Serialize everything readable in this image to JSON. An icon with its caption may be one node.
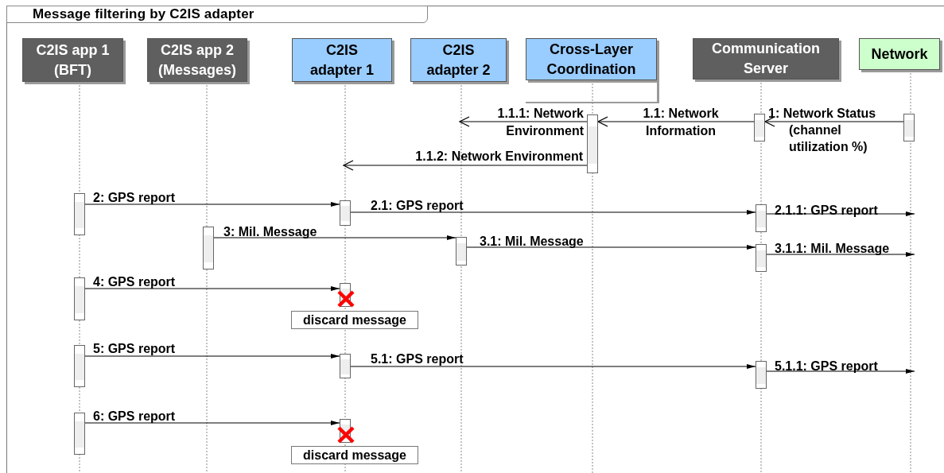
{
  "diagram": {
    "title": "Message filtering by C2IS adapter",
    "nodes": [
      {
        "text": [
          "C2IS app 1 (BFT)"
        ]
      },
      {
        "text": [
          "C2IS app 2 (Messages)"
        ]
      },
      {
        "text": [
          "C2IS adapter 1"
        ]
      },
      {
        "text": [
          "C2IS adapter 2"
        ]
      },
      {
        "text": [
          "Cross-Layer Coordination"
        ]
      },
      {
        "text": [
          "Communication Server"
        ]
      },
      {
        "text": [
          "Network"
        ]
      },
      {
        "text": [],
        "shape": "bar"
      },
      {
        "text": [],
        "shape": "bar"
      },
      {
        "text": [],
        "shape": "bar"
      },
      {
        "text": [],
        "shape": "bar"
      },
      {
        "text": [],
        "shape": "bar"
      },
      {
        "text": [],
        "shape": "bar"
      },
      {
        "text": [],
        "shape": "bar"
      },
      {
        "text": [],
        "shape": "bar"
      },
      {
        "text": [],
        "shape": "bar"
      },
      {
        "text": [],
        "shape": "bar"
      },
      {
        "text": [],
        "shape": "bar"
      },
      {
        "text": [
          "discard message"
        ]
      },
      {
        "text": [],
        "shape": "bar"
      },
      {
        "text": [],
        "shape": "bar"
      },
      {
        "text": [],
        "shape": "bar"
      },
      {
        "text": [],
        "shape": "bar"
      },
      {
        "text": [],
        "shape": "bar"
      },
      {
        "text": [
          "discard message"
        ]
      }
    ],
    "edges": [
      {
        "from": 9,
        "to": 8,
        "arrow": "to",
        "label": "1: Network Status (channel utilization %)"
      },
      {
        "from": 8,
        "to": 7,
        "arrow": "to",
        "label": "1.1: Network Information"
      },
      {
        "from": 7,
        "to": null,
        "arrow": "to",
        "label": "1.1.1: Network Environment"
      },
      {
        "from": 7,
        "to": null,
        "arrow": "to",
        "label": "1.1.2: Network Environment"
      },
      {
        "from": 10,
        "to": 11,
        "arrow": "to",
        "label": "2: GPS report"
      },
      {
        "from": 11,
        "to": 12,
        "arrow": "to",
        "label": "2.1: GPS report"
      },
      {
        "from": 12,
        "to": null,
        "arrow": "to",
        "label": "2.1.1: GPS report"
      },
      {
        "from": 13,
        "to": 14,
        "arrow": "to",
        "label": "3: Mil. Message"
      },
      {
        "from": 14,
        "to": 15,
        "arrow": "to",
        "label": "3.1: Mil. Message"
      },
      {
        "from": 15,
        "to": null,
        "arrow": "to",
        "label": "3.1.1: Mil. Message"
      },
      {
        "from": 16,
        "to": 17,
        "arrow": "to",
        "label": "4: GPS report"
      },
      {
        "from": 19,
        "to": 20,
        "arrow": "to",
        "label": "5: GPS report"
      },
      {
        "from": 20,
        "to": 21,
        "arrow": "to",
        "label": "5.1: GPS report"
      },
      {
        "from": 21,
        "to": null,
        "arrow": "to",
        "label": "5.1.1: GPS report"
      },
      {
        "from": 22,
        "to": 23,
        "arrow": "to",
        "label": "6: GPS report"
      }
    ]
  }
}
